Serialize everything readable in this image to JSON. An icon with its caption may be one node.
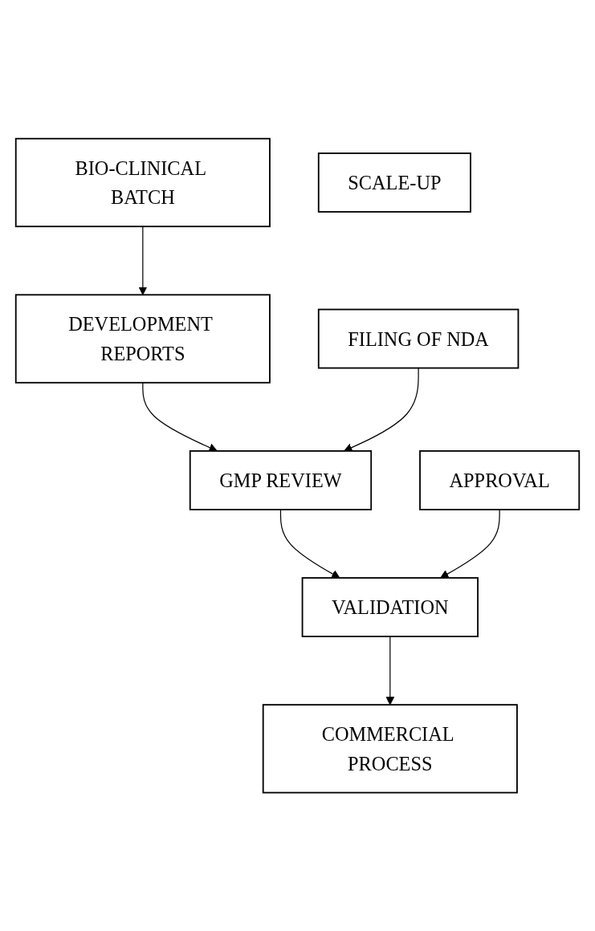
{
  "diagram": {
    "nodes": [
      {
        "text": [
          "BIO-CLINICAL BATCH"
        ]
      },
      {
        "text": [
          "DEVELOPMENT REPORTS"
        ]
      },
      {
        "text": [
          "FILING OF NDA"
        ]
      },
      {
        "text": [
          "SCALE-UP"
        ]
      },
      {
        "text": [
          "GMP REVIEW"
        ]
      },
      {
        "text": [
          "APPROVAL"
        ]
      },
      {
        "text": [
          "VALIDATION"
        ]
      },
      {
        "text": [
          "COMMERCIAL PROCESS"
        ]
      }
    ],
    "edges": [
      {
        "from": 0,
        "to": 1,
        "arrow": "to"
      },
      {
        "from": 1,
        "to": 4,
        "arrow": "to"
      },
      {
        "from": 2,
        "to": 4,
        "arrow": "to"
      },
      {
        "from": 4,
        "to": 6,
        "arrow": "to"
      },
      {
        "from": 5,
        "to": 6,
        "arrow": "to"
      },
      {
        "from": 6,
        "to": 7,
        "arrow": "to"
      }
    ]
  }
}
